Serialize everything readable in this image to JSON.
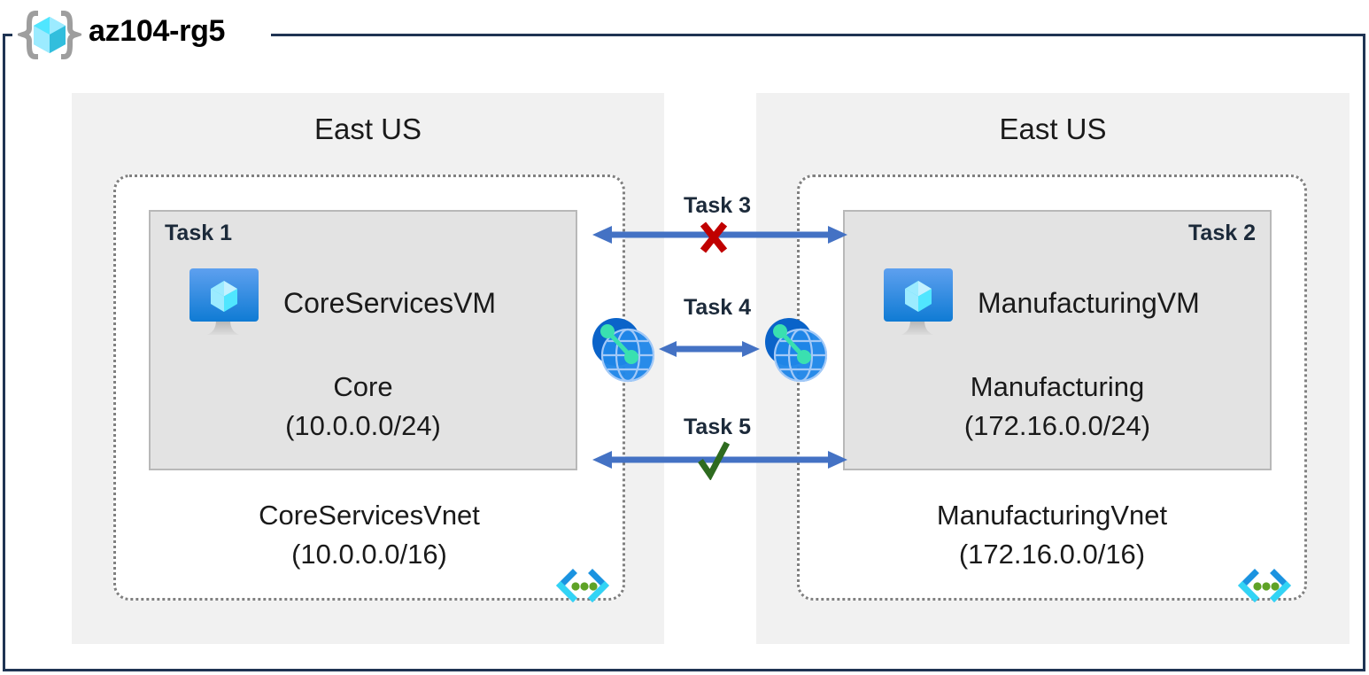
{
  "resource_group": {
    "name": "az104-rg5",
    "icon": "resource-group-cube-icon"
  },
  "regions": [
    {
      "id": "left",
      "label": "East US"
    },
    {
      "id": "right",
      "label": "East US"
    }
  ],
  "vnets": [
    {
      "id": "core",
      "task": "Task 1",
      "task_align": "left",
      "vm": {
        "name": "CoreServicesVM",
        "icon": "virtual-machine-icon"
      },
      "subnet": {
        "name": "Core",
        "cidr": "(10.0.0.0/24)"
      },
      "vnet": {
        "name": "CoreServicesVnet",
        "cidr": "(10.0.0.0/16)"
      },
      "corner_icon": "virtual-network-icon"
    },
    {
      "id": "manufacturing",
      "task": "Task 2",
      "task_align": "right",
      "vm": {
        "name": "ManufacturingVM",
        "icon": "virtual-machine-icon"
      },
      "subnet": {
        "name": "Manufacturing",
        "cidr": "(172.16.0.0/24)"
      },
      "vnet": {
        "name": "ManufacturingVnet",
        "cidr": "(172.16.0.0/16)"
      },
      "corner_icon": "virtual-network-icon"
    }
  ],
  "connectors": [
    {
      "id": "task3",
      "label": "Task 3",
      "status": "blocked",
      "marker": "red-x-icon"
    },
    {
      "id": "task4",
      "label": "Task 4",
      "status": "peering",
      "marker": "none"
    },
    {
      "id": "task5",
      "label": "Task 5",
      "status": "allowed",
      "marker": "green-check-icon"
    }
  ],
  "peering_icons": [
    {
      "id": "peer-left",
      "icon": "vnet-peering-icon"
    },
    {
      "id": "peer-right",
      "icon": "vnet-peering-icon"
    }
  ],
  "colors": {
    "frame": "#1f3453",
    "region_bg": "#f1f1f1",
    "subnet_bg": "#e3e3e3",
    "arrow": "#4472c4",
    "blocked": "#c00000",
    "allowed": "#2e6b1f",
    "azure_blue": "#0f7bd4",
    "cyan": "#50e6ff"
  }
}
